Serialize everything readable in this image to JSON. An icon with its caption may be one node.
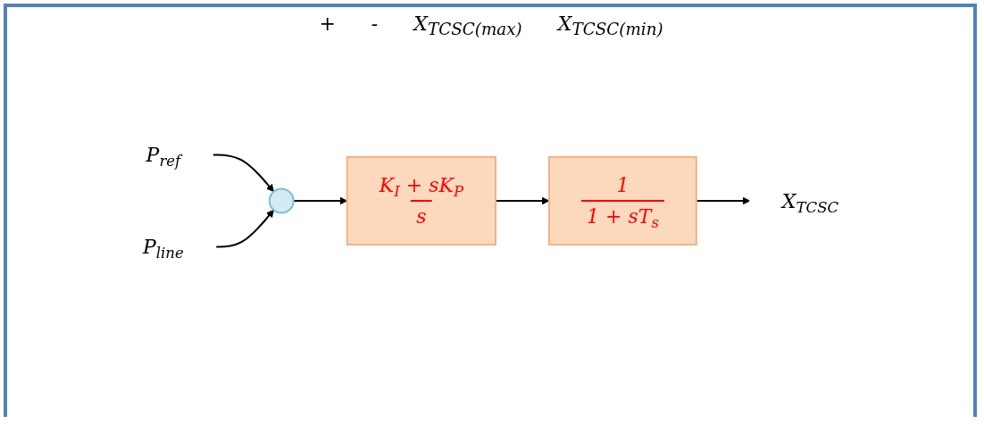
{
  "diagram": {
    "nodes": [
      {
        "text": [
          "P$_{ref}$"
        ]
      },
      {
        "text": [
          "P$_{line}$"
        ]
      },
      {
        "text": [],
        "shape": "circle"
      },
      {
        "text": [
          "K$_{I}$ + sK$_{P}$",
          "s"
        ]
      },
      {
        "text": [
          "1",
          "1 + sT$_{s}$"
        ]
      },
      {
        "text": [
          "X$_{TCSC}$"
        ]
      }
    ],
    "edges": [
      {
        "from": 0,
        "to": 2,
        "arrow": "to"
      },
      {
        "from": 1,
        "to": 2,
        "arrow": "to"
      },
      {
        "from": 2,
        "to": 3,
        "arrow": "to"
      },
      {
        "from": 3,
        "to": 4,
        "arrow": "to"
      },
      {
        "from": 4,
        "to": 5,
        "arrow": "to"
      }
    ],
    "labels": [
      "+",
      "-",
      "X$_{TCSC(max)}$",
      "X$_{TCSC(min)}$"
    ]
  }
}
